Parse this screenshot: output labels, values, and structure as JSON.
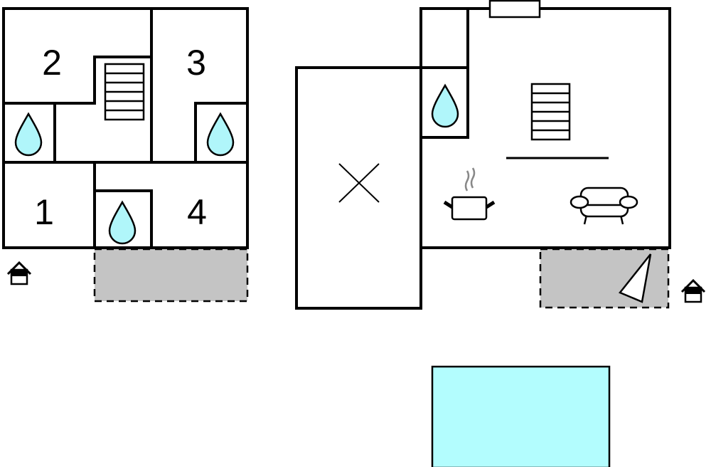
{
  "floors": {
    "upper": {
      "rooms": [
        {
          "label": "2"
        },
        {
          "label": "3"
        },
        {
          "label": "1"
        },
        {
          "label": "4"
        }
      ]
    }
  },
  "colors": {
    "water": "#b0f6fa",
    "terrace": "#c4c4c4",
    "pool": "#b3fdfe",
    "steam": "#888888"
  },
  "icons": [
    "water-drop-icon",
    "stairs-icon",
    "entrance-icon",
    "cooking-pot-icon",
    "sofa-icon",
    "fireplace-icon",
    "void-cross-icon"
  ]
}
